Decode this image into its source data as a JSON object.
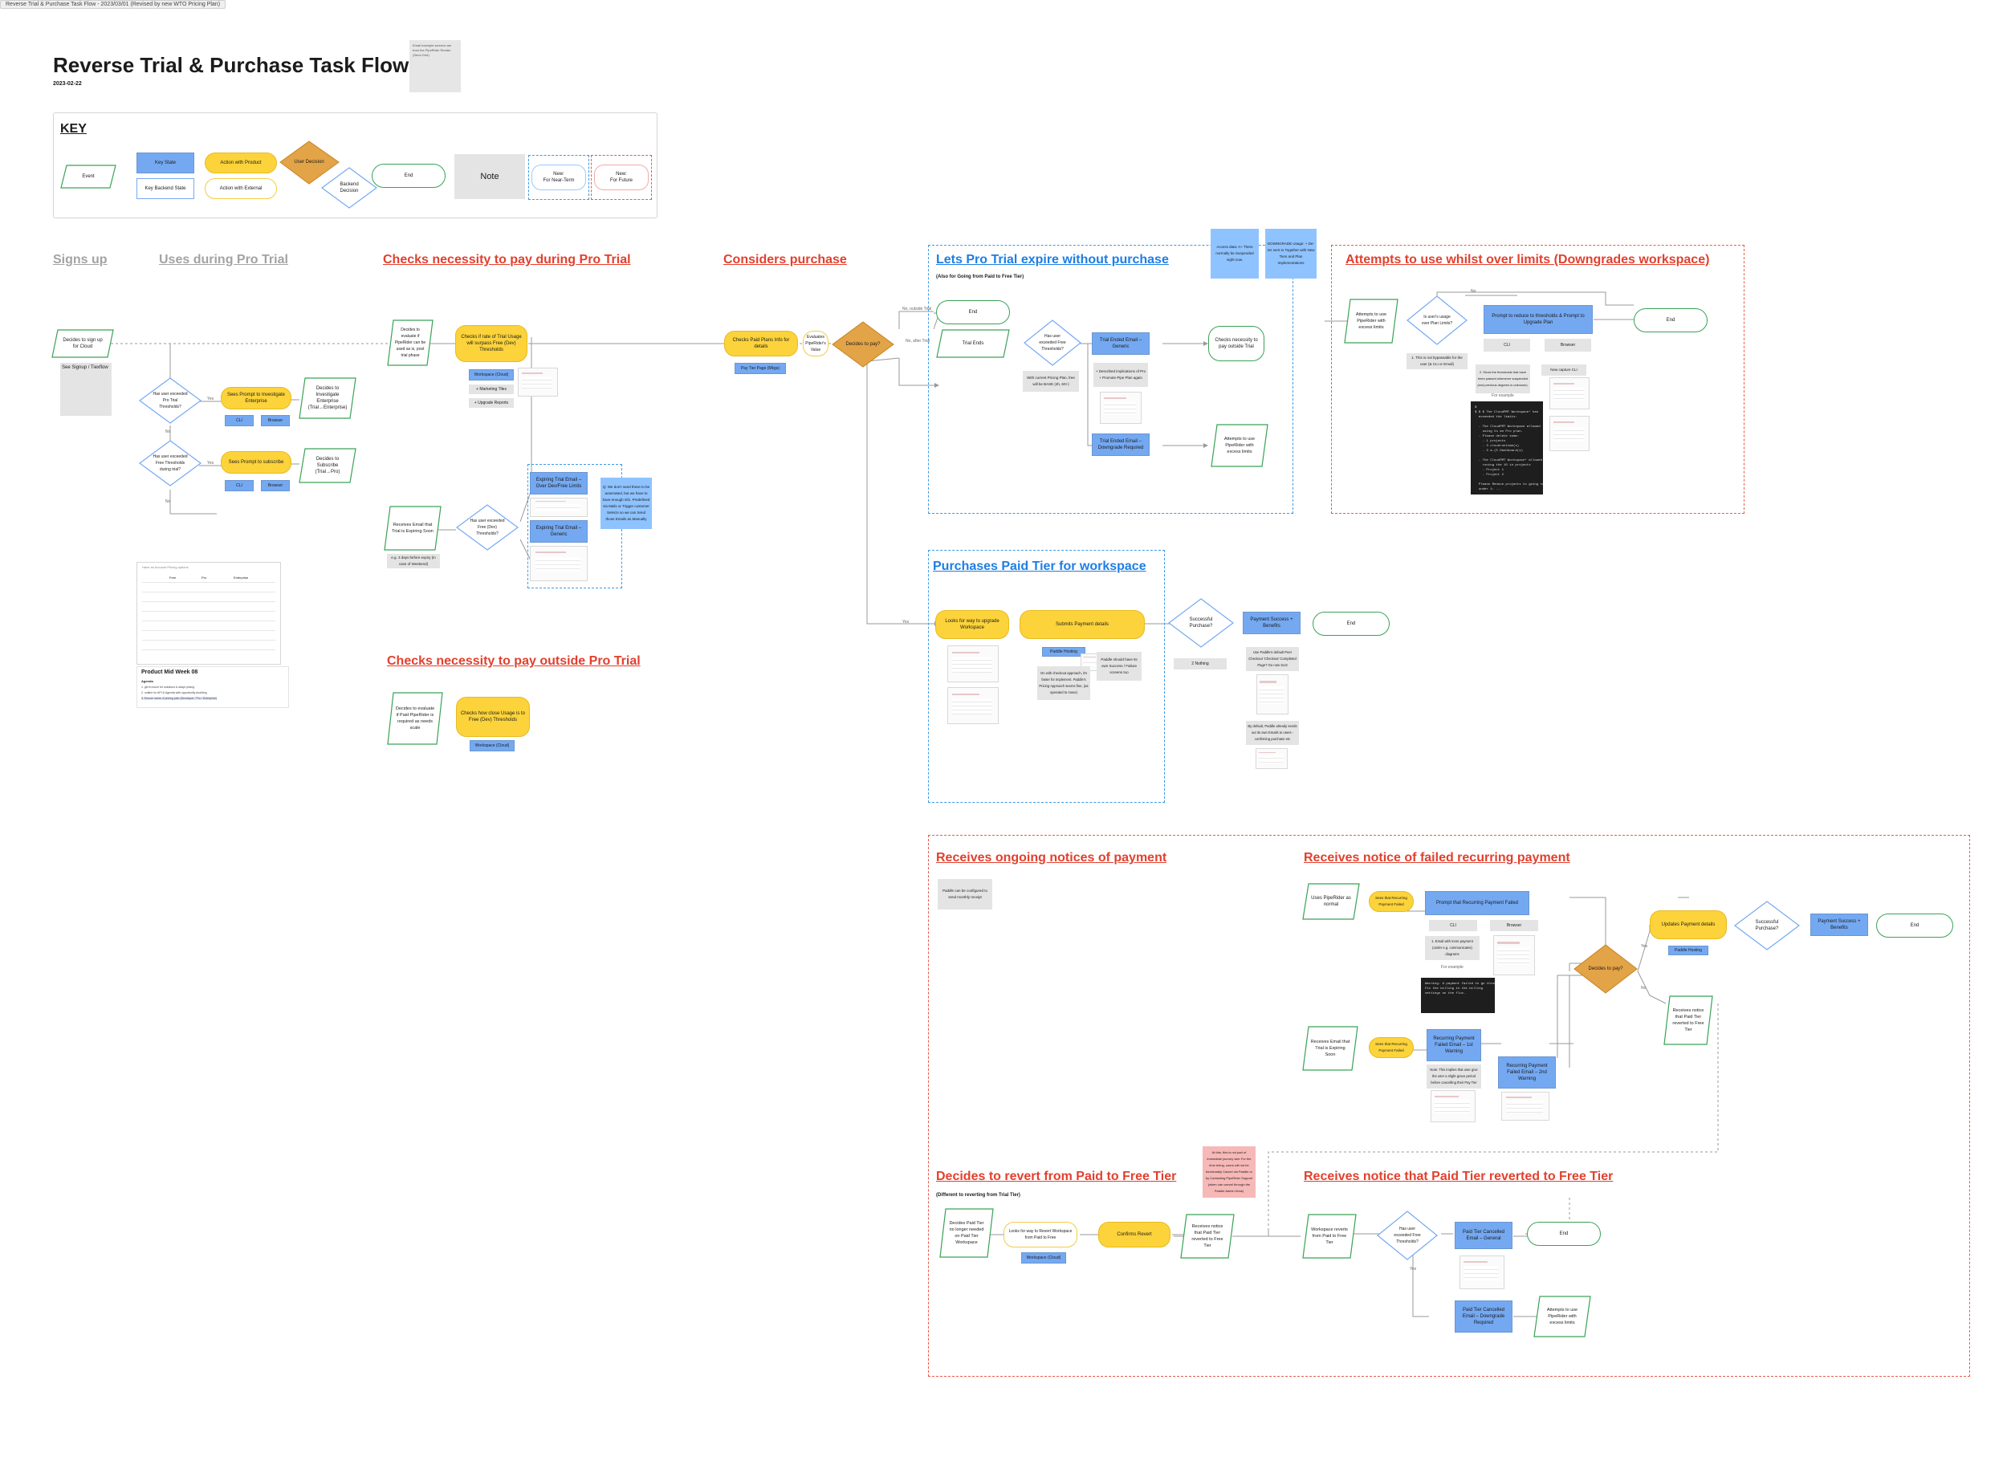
{
  "window": {
    "tab_title": "Reverse Trial & Purchase Task Flow - 2023/03/01 (Revised by new WTO Pricing Plan)"
  },
  "header": {
    "title": "Reverse Trial & Purchase Task Flow",
    "date": "2023-02-22",
    "note": "Email example screens are from the PipeRider Render (Send Grid)"
  },
  "key": {
    "title": "KEY",
    "items": {
      "event": "Event",
      "key_state": "Key State",
      "key_backend_state": "Key Backend State",
      "action_product": "Action with Product",
      "action_external": "Action with External",
      "user_decision": "User Decision",
      "backend_decision": "Backend Decision",
      "end": "End",
      "note": "Note",
      "near_term": "New:\nFor Near-Term",
      "future": "New:\nFor Future"
    }
  },
  "sections": {
    "signs_up": "Signs up",
    "uses_trial": "Uses during Pro Trial",
    "checks_trial": "Checks necessity to pay during Pro Trial",
    "considers": "Considers purchase",
    "expire": "Lets Pro Trial expire without purchase",
    "expire_sub": "(Also for Going from Paid to Free Tier)",
    "over_limits": "Attempts to use whilst over limits (Downgrades workspace)",
    "purchases": "Purchases Paid Tier for workspace",
    "checks_outside": "Checks necessity to pay outside Pro Trial",
    "ongoing": "Receives ongoing notices of payment",
    "failed": "Receives notice of failed recurring payment",
    "revert": "Decides to revert from Paid to Free Tier",
    "revert_sub": "(Different to reverting from Trial Tier)",
    "reverted": "Receives notice that Paid Tier reverted to Free Tier"
  },
  "nodes": {
    "signup_event": "Decides to sign up for Cloud",
    "signup_note": "See Signup / Tiexflow",
    "exceeded_pro": "Has user exceeded Pro Trial Thresholds?",
    "exceeded_free": "Has user exceeded Free Thresholds during trial?",
    "prompt_enterprise": "Sees Prompt to Investigate Enterprise",
    "prompt_subscribe": "Sees Prompt to subscribe",
    "decides_enterprise": "Decides to Investigate Enterprise (Trial→Enterprise)",
    "decides_subscribe": "Decides to Subscribe (Trial→Pro)",
    "cli_1": "CLI",
    "browser_1": "Browser",
    "cli_2": "CLI",
    "browser_2": "Browser",
    "evaluate_free": "Decides to evaluate if PipeRider can be used as is, post trial phase",
    "check_usage": "Checks if rate of Trial Usage will surpass Free (Dev) Thresholds",
    "workspace_cloud_1": "Workspace (Cloud)",
    "marketing_tiles": "+ Marketing Tiles",
    "upgrade_reports": "+ Upgrade Reports",
    "receives_expiring": "Receives Email that Trial is Expiring Soon",
    "expiring_note": "e.g. 3 days before expiry (in case of Weekend)",
    "exceeded_trial": "Has user exceeded Free (Dev) Thresholds?",
    "exp_email_over": "Expiring Trial Email – Over Dev/Free Limits",
    "exp_email_generic": "Expiring Trial Email – Generic",
    "exp_note": "Q: We don't need these to be automated, but we have to have enough info. Predefined via Mails or Trigger customer Selects so we can Send those Emails as Manually",
    "checks_plans": "Checks Paid Plans Info for details",
    "evaluates_value": "Evaluates PipeRider's Value",
    "pay_tier": "Pay Tier Page (Mkgs)",
    "decides_pay": "Decides to pay?",
    "no_outside_trial": "No, outside Trial",
    "no_after_trial": "No, after Trial",
    "yes_1": "Yes",
    "end_exp_top": "End",
    "trial_ends": "Trial Ends",
    "exceeded_free_2": "Has user exceeded Free Thresholds?",
    "trial_ended_generic": "Trial Ended Email – Generic",
    "trial_ended_down": "Trial Ended Email – Downgrade Required",
    "pricing_note": "With current Pricing Plan, free will be BASE (4h, 60+)",
    "desc_impl": "+ Described implications of Pro\n+ Promote Pipe Plan again",
    "checks_necessity": "Checks necessity to pay outside Trial",
    "attempts_excess_1": "Attempts to use PipeRider with excess limits",
    "exp_note_1": "Access data: A+ There normally be Suspended night now.",
    "exp_note_2": "DOWNGRADE Usage: + De-Ins sent to Together with New Tiers and Plan Implementations",
    "attempts_excess_2": "Attempts to use PipeRider with excess limits",
    "is_under": "Is user's usage over Plan Limits?",
    "prompt_reduce": "Prompt to reduce to thresholds & Prompt to Upgrade Plan",
    "cli_3": "CLI",
    "browser_3": "Browser",
    "end_limits": "End",
    "limits_note": "1. This is not bypassable for the user (& CLI or Email)",
    "limits_note_2": "2. Show the thresholds that have been passed whenever suspended (end previous degrees is unknown).",
    "limits_example": "For example",
    "limits_shot": "New capture CLI",
    "terminal_text": "$\n$ $ $ The CloudPMT Workspace* has\n  exceeded the limits:\n\n  - The CloudPMT Workspace allowed\n    using to an Pro plan.\n  - Please delete some:\n    - 1 projects\n    - 3 cloudruntime(s)\n    - 3 a-(5 Dashboard(s)\n\n  - The CloudPMT Workspace* allowed\n    runing the 10 in projects\n    - Project 1\n    - Project 2\n\n  Please Reduce projects to going to\n  under 1: ...",
    "looks_upgrade": "Looks for way to upgrade Workspace",
    "submits_payment": "Submits Payment details",
    "paddle_hosting": "Paddle Hosting",
    "paddle_note": "Paddle should have its own Success / Failure screens too",
    "paddle_checkout": "On with checkout approach, it's faster for implement. Paddle's Pricing Approach seems fine, (as operated to move)",
    "successful_purchase": "Successful Purchase?",
    "payment_success": "Payment Success + Benefits",
    "end_purchase": "End",
    "nothing": "2 Nothing",
    "paddle_default": "Use Paddle's default Peer Checkout 'Checkout' Completed Page? Go now Scot",
    "paddle_emails": "By default, Paddle already sends out its own Emails to users - confirming purchase etc",
    "evaluate_outside": "Decides to evaluate if Paid PipeRider is required as needs scale",
    "checks_close": "Checks how close Usage is to Free (Dev) Thresholds",
    "workspace_cloud_2": "Workspace (Cloud)",
    "ongoing_note": "Paddle can be configured to send monthly receipt",
    "uses_normal": "Uses PipeRider as normal",
    "sees_failed": "Sees that Recurring Payment Failed",
    "prompt_failed": "Prompt that Recurring Payment Failed",
    "cli_4": "CLI",
    "browser_4": "Browser",
    "failed_note": "1. Email with more payment (under e.g. communicates) diagrams",
    "failed_example": "For example",
    "failed_terminal": "Warning: A payment failed to go through for *CloudPMT Workspace*.\nFix the billing in the billing\nsettings on the flux.",
    "receives_exp_2": "Receives Email that Trial is Expiring Soon",
    "sees_failed_2": "Sees that Recurring Payment Failed",
    "failed_email_1": "Recurring Payment Failed Email – 1st Warning",
    "failed_email_2": "Recurring Payment Failed Email – 2nd Warning",
    "failed_email_note": "Note: This implies that user give the user a slight grace period before cancelling their Pay Tier",
    "decides_pay_2": "Decides to pay?",
    "updates_payment": "Updates Payment details",
    "paddle_hosting_2": "Paddle Hosting",
    "successful_purchase_2": "Successful Purchase?",
    "payment_success_2": "Payment Success + Benefits",
    "end_failed": "End",
    "receives_reverted": "Receives notice that Paid Tier reverted to Free Tier",
    "no_1": "No",
    "revert_note": "At this, this is not part of immediate journey wire\n\nFor the time being, users will not be functionally Cancel via Paddle or by Contacting PipeRider Support (when can cancel through the Paddle Admin Desk)",
    "decides_paid_no": "Decides Paid Tier no longer needed on Paid Tier Workspace",
    "looks_revert": "Looks for way to Revert Workspace from Paid to Free",
    "workspace_cloud_3": "Workspace (Cloud)",
    "confirms_revert": "Confirms Revert",
    "receives_reverted_2": "Receives notice that Paid Tier reverted to Free Tier",
    "workspace_reverts": "Workspace reverts from Paid to Free Tier",
    "exceeded_free_3": "Has user exceeded Free Thresholds?",
    "cancel_general": "Paid Tier Cancelled Email – General",
    "cancel_down": "Paid Tier Cancelled Email – Downgrade Required",
    "end_revert": "End",
    "attempts_excess_3": "Attempts to use PipeRider with excess limits"
  },
  "edge_labels": {
    "no": "No",
    "yes": "Yes"
  },
  "table_image": {
    "header": "Have an Account   Pricing options",
    "col_free": "Free",
    "col_pro": "Pro",
    "col_ent": "Enterprise"
  },
  "meeting_doc": {
    "title": "Product Mid Week 08",
    "agenda": "Agenda",
    "rows": [
      "1. get in touch for solutions & adapt pricing",
      "2. outline for API & Agenda with opportunity doubling",
      "3. Ensure name of pricing plan (Developer / Pro / Enterprise)"
    ]
  },
  "colors": {
    "key_state": "#74a9f2",
    "action": "#fcd33a",
    "decision": "#e3a347",
    "end": "#3aa257",
    "section_red": "#e2402e",
    "section_blue": "#1e7ee4",
    "section_grey": "#a3a3a3"
  }
}
